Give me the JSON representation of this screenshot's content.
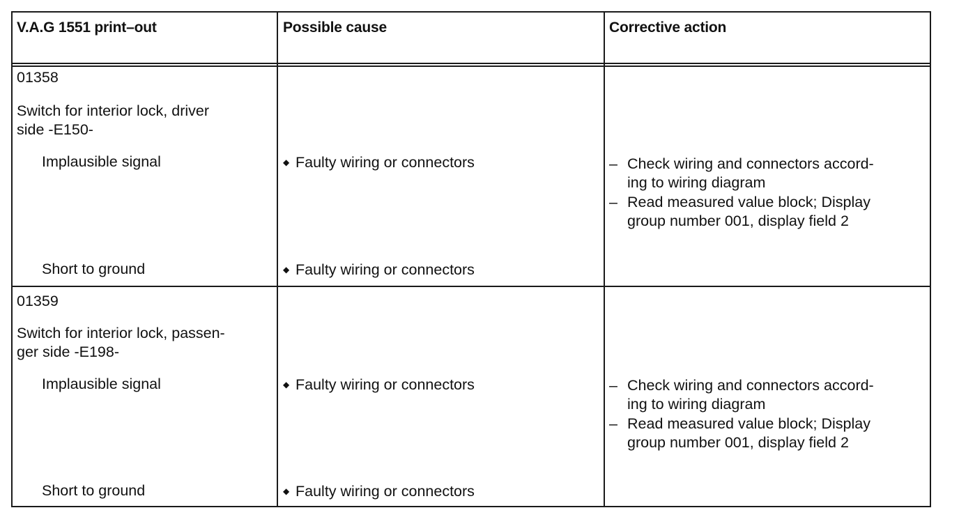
{
  "headers": {
    "col1": "V.A.G 1551 print–out",
    "col2": "Possible cause",
    "col3": "Corrective action"
  },
  "rows": [
    {
      "code": "01358",
      "component_line1": "Switch for interior lock, driver",
      "component_line2": "side -E150-",
      "faults": [
        {
          "label": "Implausible signal",
          "cause": "Faulty wiring or connectors"
        },
        {
          "label": "Short to ground",
          "cause": "Faulty wiring or connectors"
        }
      ],
      "actions": [
        {
          "line1": "Check wiring and connectors accord-",
          "line2": "ing to wiring diagram"
        },
        {
          "line1": "Read measured value block; Display",
          "line2": "group number  001,  display field 2"
        }
      ]
    },
    {
      "code": "01359",
      "component_line1": "Switch for interior lock, passen-",
      "component_line2": "ger side -E198-",
      "faults": [
        {
          "label": "Implausible signal",
          "cause": "Faulty wiring or connectors"
        },
        {
          "label": "Short to ground",
          "cause": "Faulty wiring or connectors"
        }
      ],
      "actions": [
        {
          "line1": "Check wiring and connectors accord-",
          "line2": "ing to wiring diagram"
        },
        {
          "line1": "Read measured value block; Display",
          "line2": "group number  001, display field 2"
        }
      ]
    }
  ],
  "dash_glyph": "–"
}
